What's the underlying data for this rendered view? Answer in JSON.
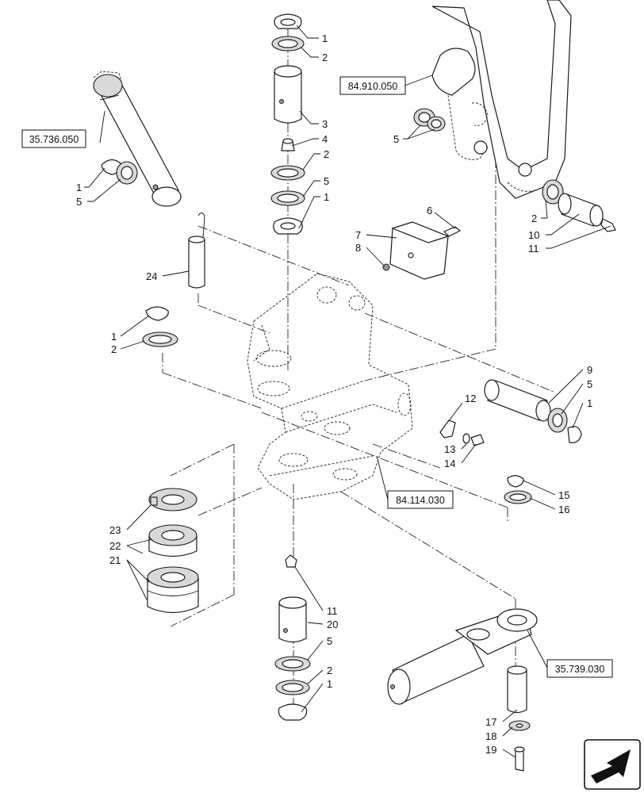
{
  "references": [
    {
      "id": "ref-35-736-050",
      "text": "35.736.050"
    },
    {
      "id": "ref-84-910-050",
      "text": "84.910.050"
    },
    {
      "id": "ref-84-114-030",
      "text": "84.114.030"
    },
    {
      "id": "ref-35-739-030",
      "text": "35.739.030"
    }
  ],
  "callouts": {
    "c1a": "1",
    "c2a": "2",
    "c3": "3",
    "c4": "4",
    "c2b": "2",
    "c5a": "5",
    "c1b": "1",
    "c1c": "1",
    "c5b": "5",
    "c5c": "5",
    "c2c": "2",
    "c10": "10",
    "c11a": "11",
    "c6": "6",
    "c7": "7",
    "c8": "8",
    "c24": "24",
    "c1d": "1",
    "c2d": "2",
    "c9": "9",
    "c5d": "5",
    "c1e": "1",
    "c12": "12",
    "c13": "13",
    "c14": "14",
    "c15": "15",
    "c16": "16",
    "c23": "23",
    "c22": "22",
    "c21": "21",
    "c11b": "11",
    "c20": "20",
    "c5e": "5",
    "c2e": "2",
    "c1f": "1",
    "c17": "17",
    "c18": "18",
    "c19": "19"
  }
}
